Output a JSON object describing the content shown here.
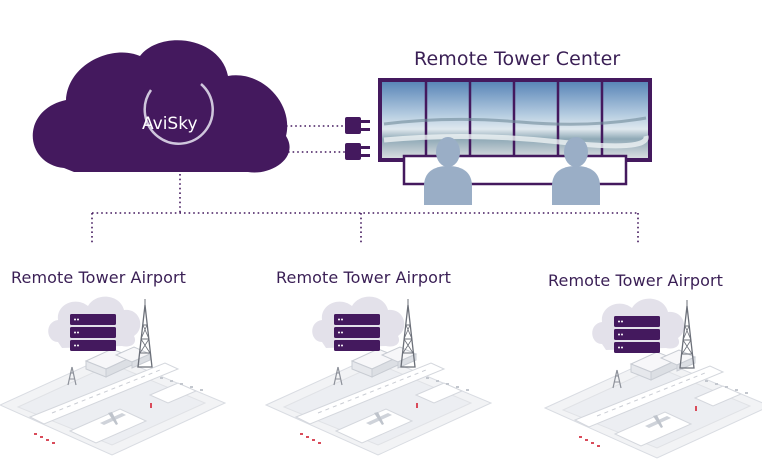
{
  "cloud": {
    "logo_text": "AviSky"
  },
  "center": {
    "title": "Remote Tower Center"
  },
  "airports": [
    {
      "label": "Remote Tower Airport"
    },
    {
      "label": "Remote Tower Airport"
    },
    {
      "label": "Remote Tower Airport"
    }
  ],
  "colors": {
    "brand": "#44195e",
    "person": "#9aaec6",
    "server_cloud": "#e2e0ea",
    "server": "#4a1f66"
  }
}
